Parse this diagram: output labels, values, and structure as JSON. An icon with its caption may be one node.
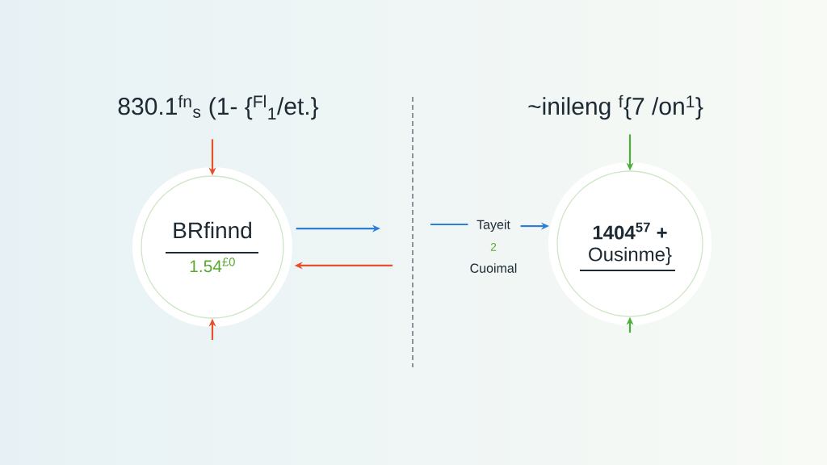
{
  "diagram": {
    "nodes": [
      {
        "text": [
          "830.1$^{fn}$$_{s}$ (1- {$^{Fl}$$_{1}$/et.}"
        ]
      },
      {
        "text": [
          "~inileng $^{f}${7 /on$^{1}$}"
        ]
      },
      {
        "text": [
          "BRfinnd",
          "1.54$^{£0}$"
        ]
      },
      {
        "text": [
          "Tayeit",
          "2",
          "Cuoimal"
        ]
      },
      {
        "text": [
          "1404$^{57}$ +",
          "Ousinme}"
        ]
      }
    ],
    "edges": [
      {
        "from": 0,
        "to": 2,
        "arrow": "to",
        "color": "#e4512b"
      },
      {
        "from": null,
        "to": 2,
        "arrow": "to",
        "color": "#e4512b"
      },
      {
        "from": 2,
        "to": null,
        "arrow": "to",
        "color": "#2b7fd6"
      },
      {
        "from": null,
        "to": 2,
        "arrow": "to",
        "color": "#e4512b"
      },
      {
        "from": null,
        "to": 3,
        "arrow": "none",
        "color": "#2b7fd6"
      },
      {
        "from": 3,
        "to": 4,
        "arrow": "to",
        "color": "#2b7fd6"
      },
      {
        "from": 1,
        "to": 4,
        "arrow": "to",
        "color": "#4caf3a"
      },
      {
        "from": null,
        "to": 4,
        "arrow": "to",
        "color": "#4caf3a"
      }
    ]
  }
}
